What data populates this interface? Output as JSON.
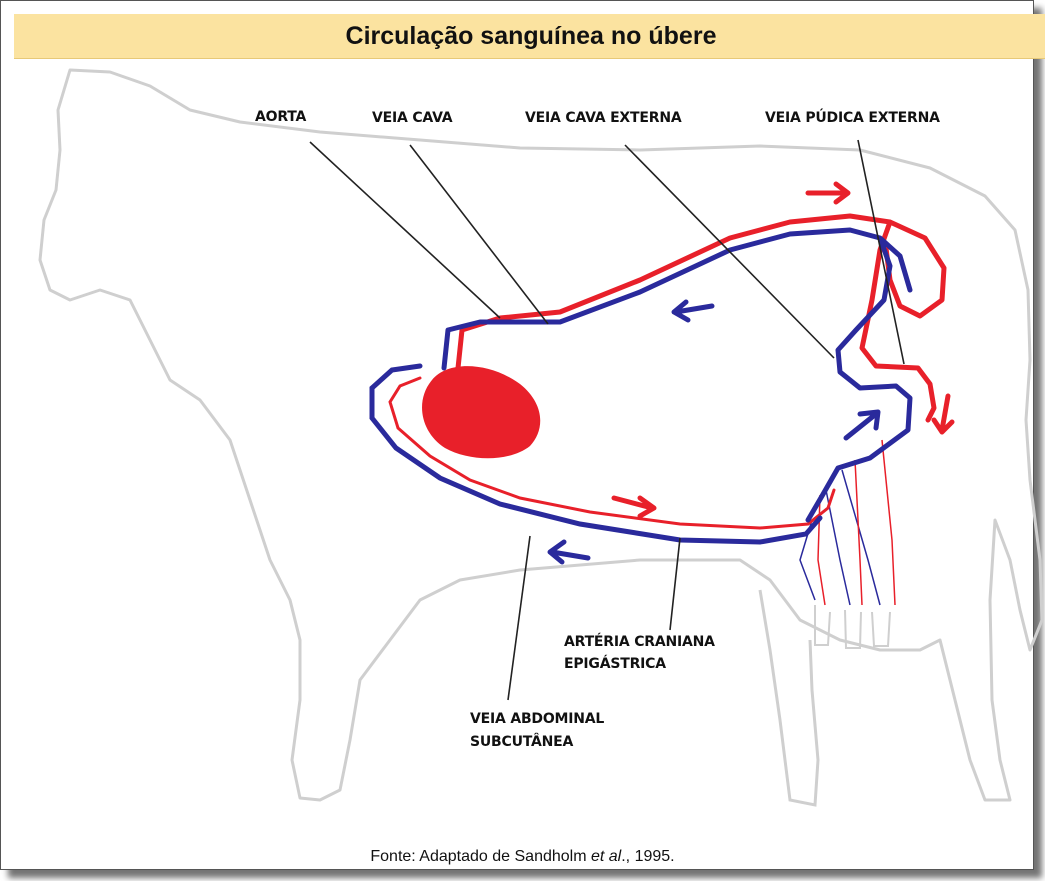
{
  "title": "Circulação sanguínea no úbere",
  "labels": {
    "aorta": "AORTA",
    "veia_cava": "VEIA CAVA",
    "veia_cava_externa": "VEIA CAVA EXTERNA",
    "veia_pudica_externa": "VEIA PÚDICA EXTERNA",
    "arteria_line1": "ARTÉRIA CRANIANA",
    "arteria_line2": "EPIGÁSTRICA",
    "veia_abdominal_line1": "VEIA ABDOMINAL",
    "veia_abdominal_line2": "SUBCUTÂNEA"
  },
  "caption": {
    "prefix": "Fonte: Adaptado de Sandholm ",
    "italic": "et al",
    "suffix": "., 1995."
  },
  "colors": {
    "artery": "#e8202a",
    "vein": "#2a2a9c",
    "heart": "#e8202a",
    "outline": "#cfcfcf",
    "title_bg": "#fbe3a0"
  }
}
